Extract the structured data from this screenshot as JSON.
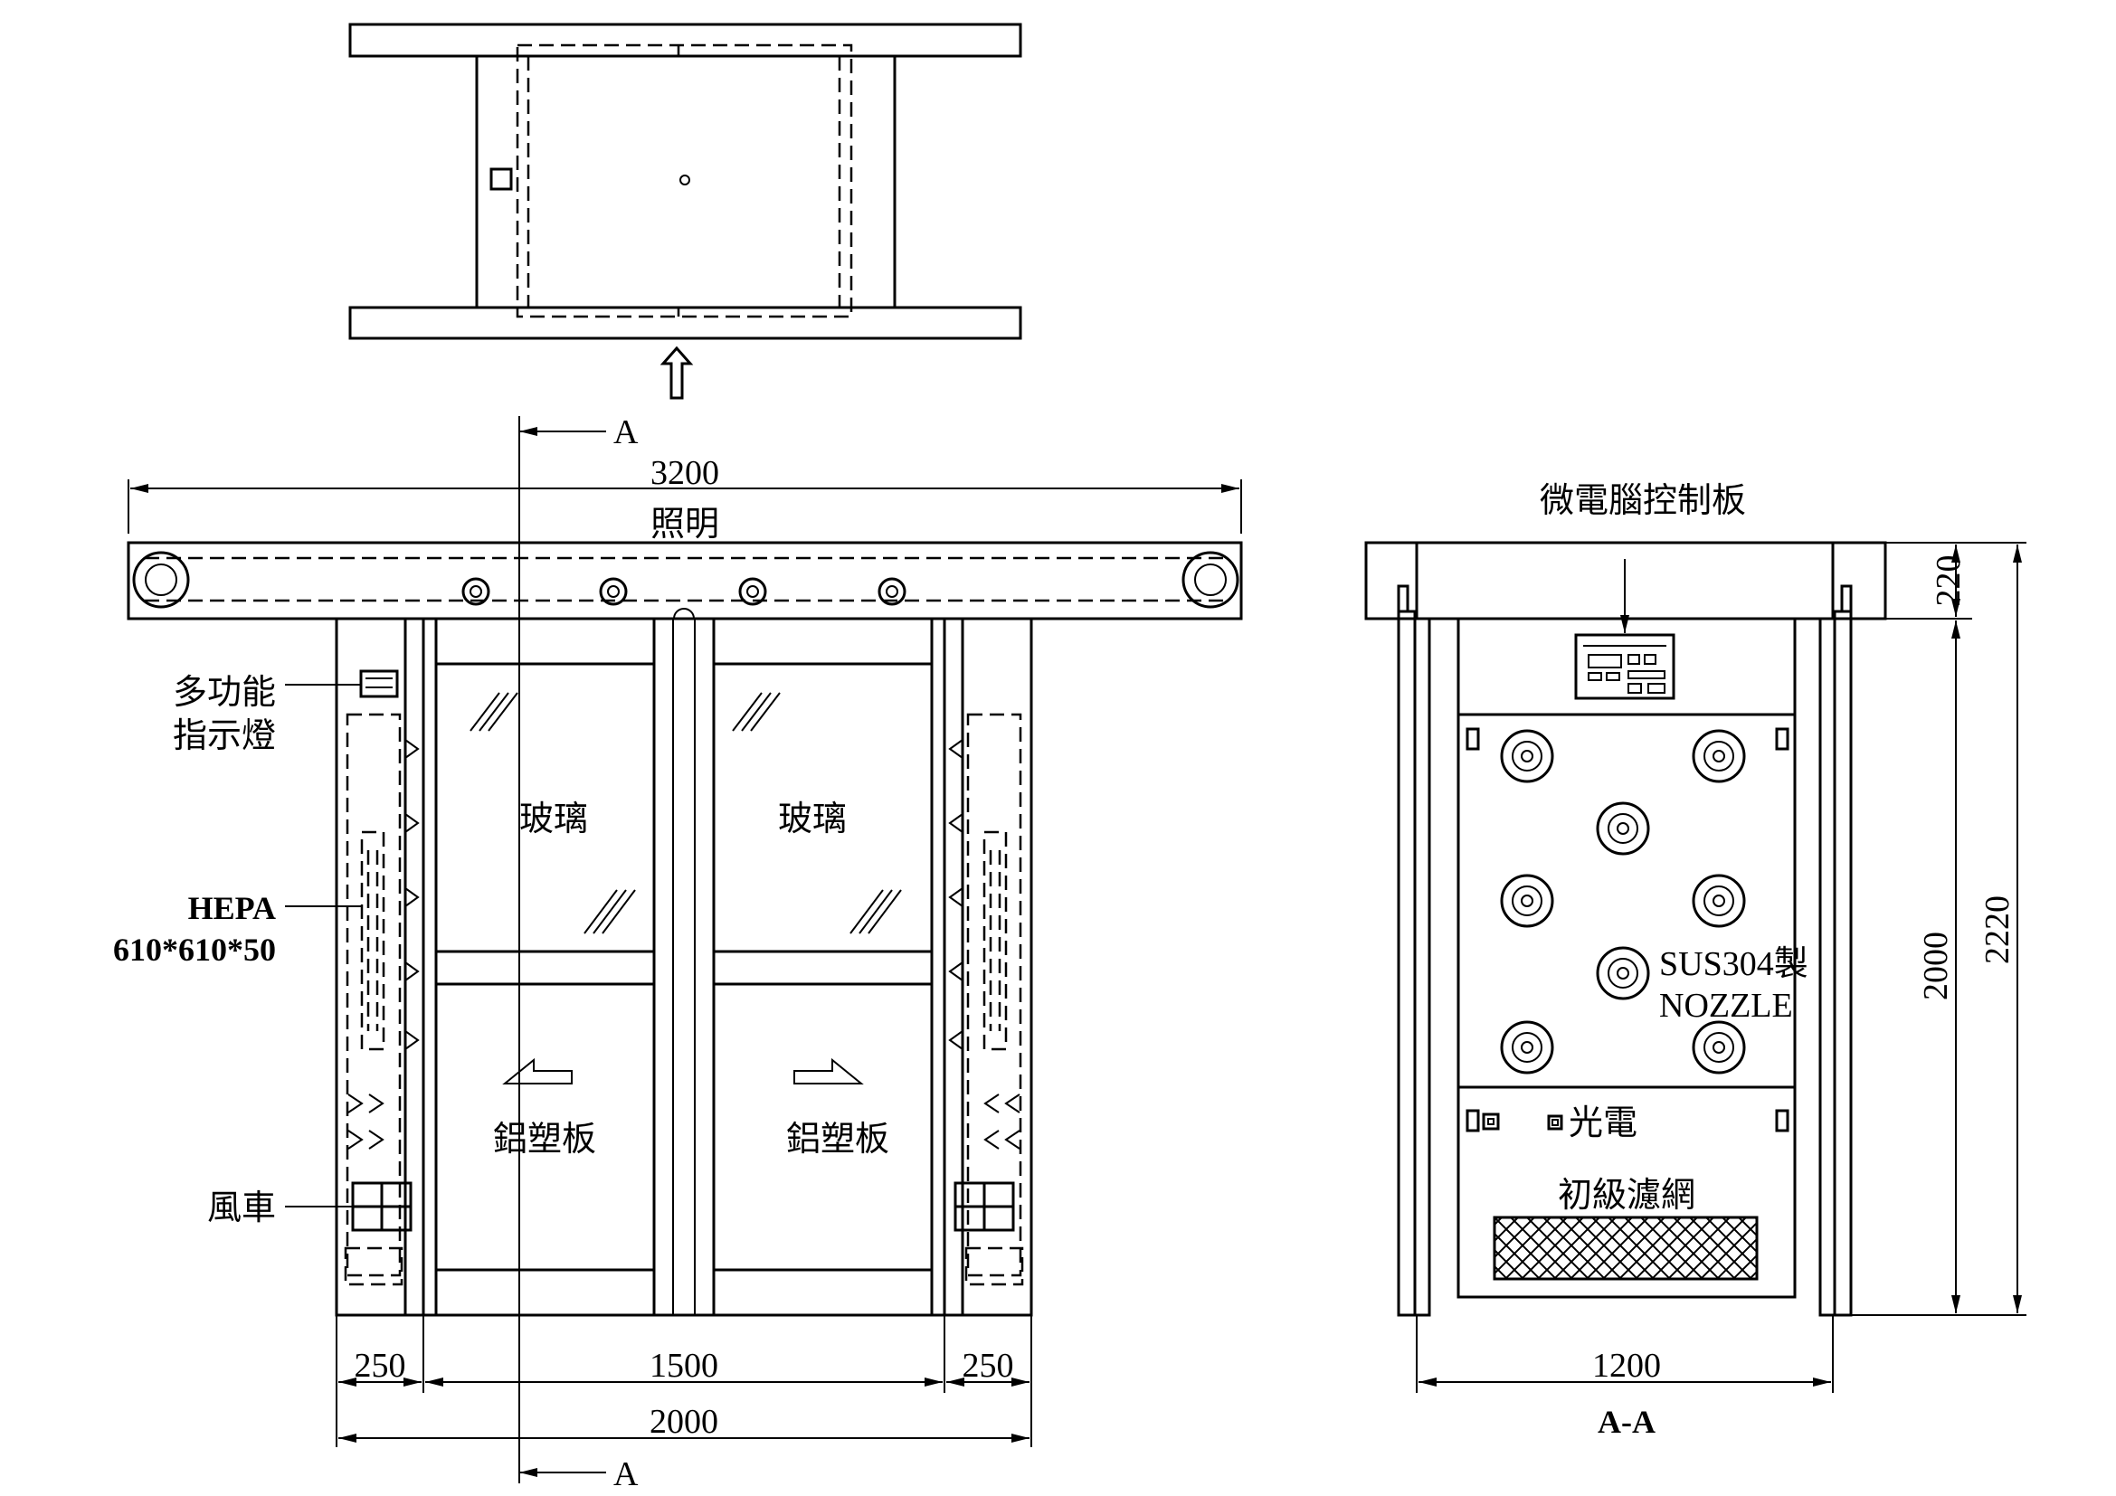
{
  "top_view": {
    "arrow": "up-arrow"
  },
  "front_view": {
    "dim_total_width": "3200",
    "top_label": "照明",
    "section_marker": "A",
    "glass_left": "玻璃",
    "glass_right": "玻璃",
    "panel_left": "鋁塑板",
    "panel_right": "鋁塑板",
    "label_indicator_line1": "多功能",
    "label_indicator_line2": "指示燈",
    "label_hepa_line1": "HEPA",
    "label_hepa_line2": "610*610*50",
    "label_fan": "風車",
    "dim_side_left": "250",
    "dim_door": "1500",
    "dim_side_right": "250",
    "dim_body": "2000"
  },
  "section_view": {
    "label_control": "微電腦控制板",
    "label_nozzle_line1": "SUS304製",
    "label_nozzle_line2": "NOZZLE",
    "label_sensor": "光電",
    "label_filter": "初級濾網",
    "dim_top": "220",
    "dim_inner_height": "2000",
    "dim_total_height": "2220",
    "dim_width": "1200",
    "section_title": "A-A"
  },
  "colors": {
    "line": "#000000",
    "background": "#ffffff"
  }
}
